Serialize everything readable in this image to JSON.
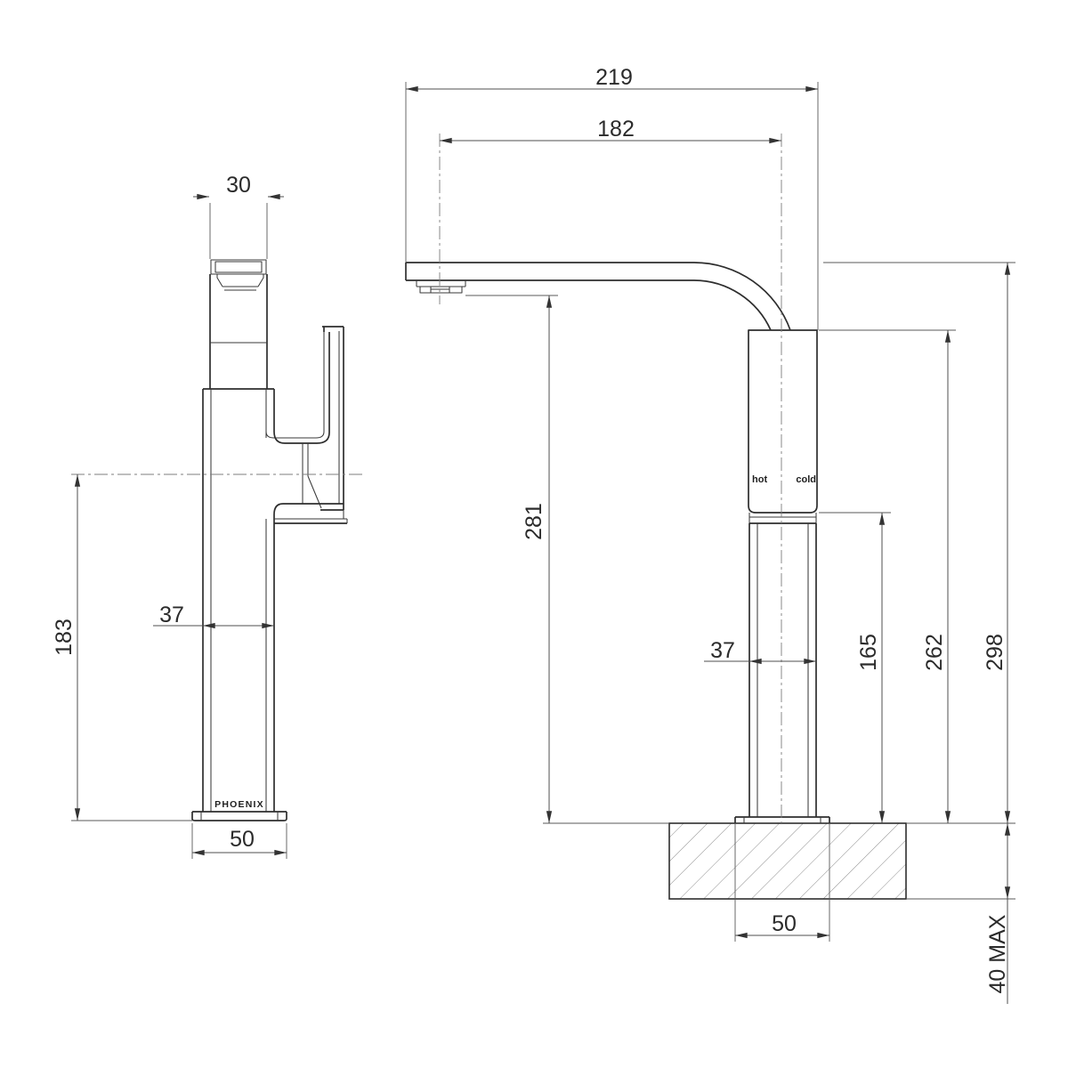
{
  "dimensions": {
    "front": {
      "spout_width": "30",
      "body_width": "37",
      "height_to_handle": "183",
      "base_width": "50"
    },
    "side": {
      "overall_reach": "219",
      "spout_reach": "182",
      "outlet_height": "281",
      "body_width": "37",
      "lower_body_height": "165",
      "upper_body_height": "262",
      "overall_height": "298",
      "base_width": "50",
      "bench_thickness": "40 MAX"
    }
  },
  "labels": {
    "brand": "PHOENIX",
    "hot": "hot",
    "cold": "cold"
  },
  "colors": {
    "object_line": "#2e2e2e",
    "dimension_line": "#4f4f4f",
    "hatch_line": "#8f8f8f",
    "background": "#ffffff"
  }
}
